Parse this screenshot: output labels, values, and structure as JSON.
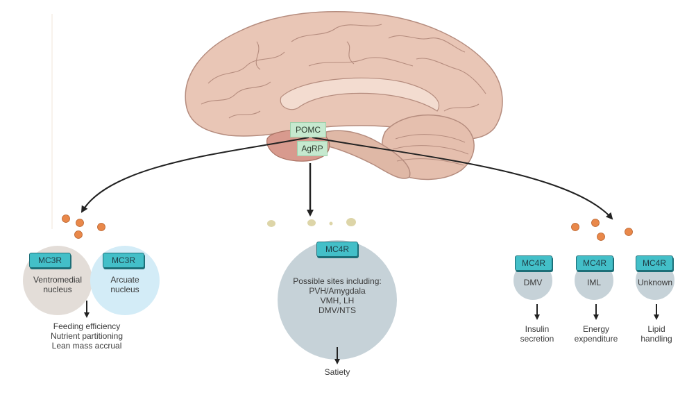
{
  "neuropeptides": {
    "pomc": "POMC",
    "agrp": "AgRP"
  },
  "left": {
    "receptors": [
      {
        "tag": "MC3R",
        "site": [
          "Ventromedial",
          "nucleus"
        ]
      },
      {
        "tag": "MC3R",
        "site": [
          "Arcuate",
          "nucleus"
        ]
      }
    ],
    "outcomes": [
      "Feeding efficiency",
      "Nutrient partitioning",
      "Lean mass accrual"
    ]
  },
  "center": {
    "tag": "MC4R",
    "site_lines": [
      "Possible sites including:",
      "PVH/Amygdala",
      "VMH, LH",
      "DMV/NTS"
    ],
    "outcome": "Satiety"
  },
  "right": {
    "receptors": [
      {
        "tag": "MC4R",
        "site": "DMV",
        "outcome": [
          "Insulin",
          "secretion"
        ]
      },
      {
        "tag": "MC4R",
        "site": "IML",
        "outcome": [
          "Energy",
          "expenditure"
        ]
      },
      {
        "tag": "MC4R",
        "site": "Unknown",
        "outcome": [
          "Lipid",
          "handling"
        ]
      }
    ]
  },
  "colors": {
    "brain": "#e7c3b3",
    "brain_outline": "#b58c7e",
    "ventromedial_circle": "#e3ddd8",
    "arcuate_circle": "#d3ecf7",
    "mc4r_circle": "#c6d2d8",
    "orange_particle": "#e9884a",
    "yellow_particle": "#ddd5a8",
    "receptor_tag": "#43bfc8"
  }
}
